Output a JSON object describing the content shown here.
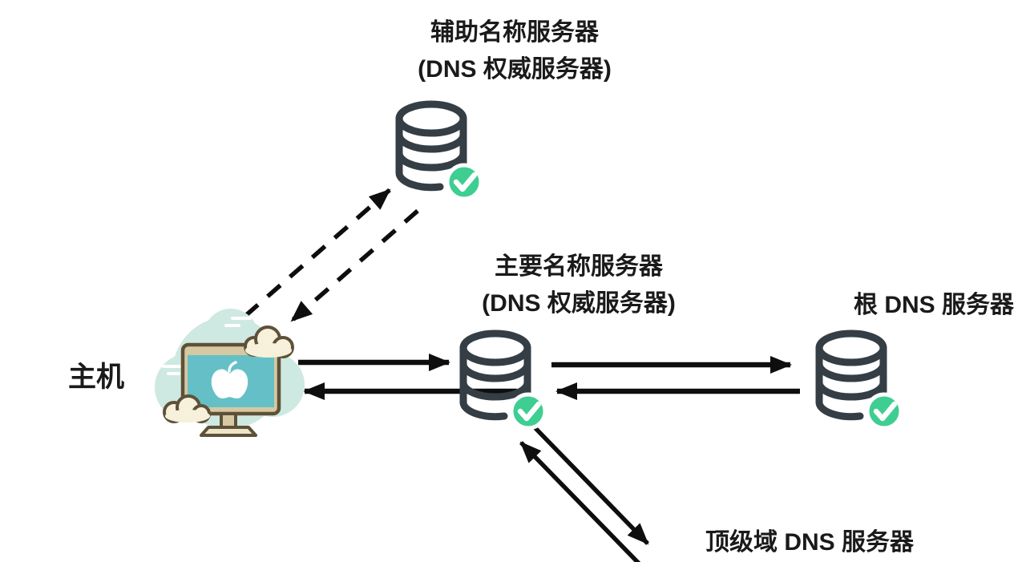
{
  "labels": {
    "secondary_l1": "辅助名称服务器",
    "secondary_l2": "(DNS 权威服务器)",
    "primary_l1": "主要名称服务器",
    "primary_l2": "(DNS 权威服务器)",
    "root": "根 DNS 服务器",
    "host": "主机",
    "tld": "顶级域 DNS 服务器"
  },
  "nodes": [
    {
      "id": "host",
      "label": "主机",
      "icon": "host-computer-icon"
    },
    {
      "id": "secondary-name-server",
      "label": "辅助名称服务器 (DNS 权威服务器)",
      "icon": "database-icon",
      "status": "verified-check"
    },
    {
      "id": "primary-name-server",
      "label": "主要名称服务器 (DNS 权威服务器)",
      "icon": "database-icon",
      "status": "verified-check"
    },
    {
      "id": "root-dns-server",
      "label": "根 DNS 服务器",
      "icon": "database-icon",
      "status": "verified-check"
    },
    {
      "id": "tld-dns-server",
      "label": "顶级域 DNS 服务器"
    }
  ],
  "edges": [
    {
      "from": "host",
      "to": "secondary-name-server",
      "style": "dashed"
    },
    {
      "from": "secondary-name-server",
      "to": "host",
      "style": "dashed"
    },
    {
      "from": "host",
      "to": "primary-name-server",
      "style": "solid"
    },
    {
      "from": "primary-name-server",
      "to": "host",
      "style": "solid"
    },
    {
      "from": "primary-name-server",
      "to": "root-dns-server",
      "style": "solid"
    },
    {
      "from": "root-dns-server",
      "to": "primary-name-server",
      "style": "solid"
    },
    {
      "from": "tld-dns-server",
      "to": "primary-name-server",
      "style": "solid"
    },
    {
      "from": "primary-name-server",
      "to": "tld-dns-server",
      "style": "solid"
    }
  ],
  "colors": {
    "check_green": "#3ECE92",
    "database_stroke": "#353E45",
    "arrow_black": "#0e0e0e",
    "text": "#1a1a1a",
    "host_blob_mint": "#CEE9E1",
    "screen_teal": "#64C0C6",
    "bezel_tan": "#D5C8A3",
    "cloud_cream": "#F7F0DA",
    "cloud_outline": "#5E5138"
  }
}
